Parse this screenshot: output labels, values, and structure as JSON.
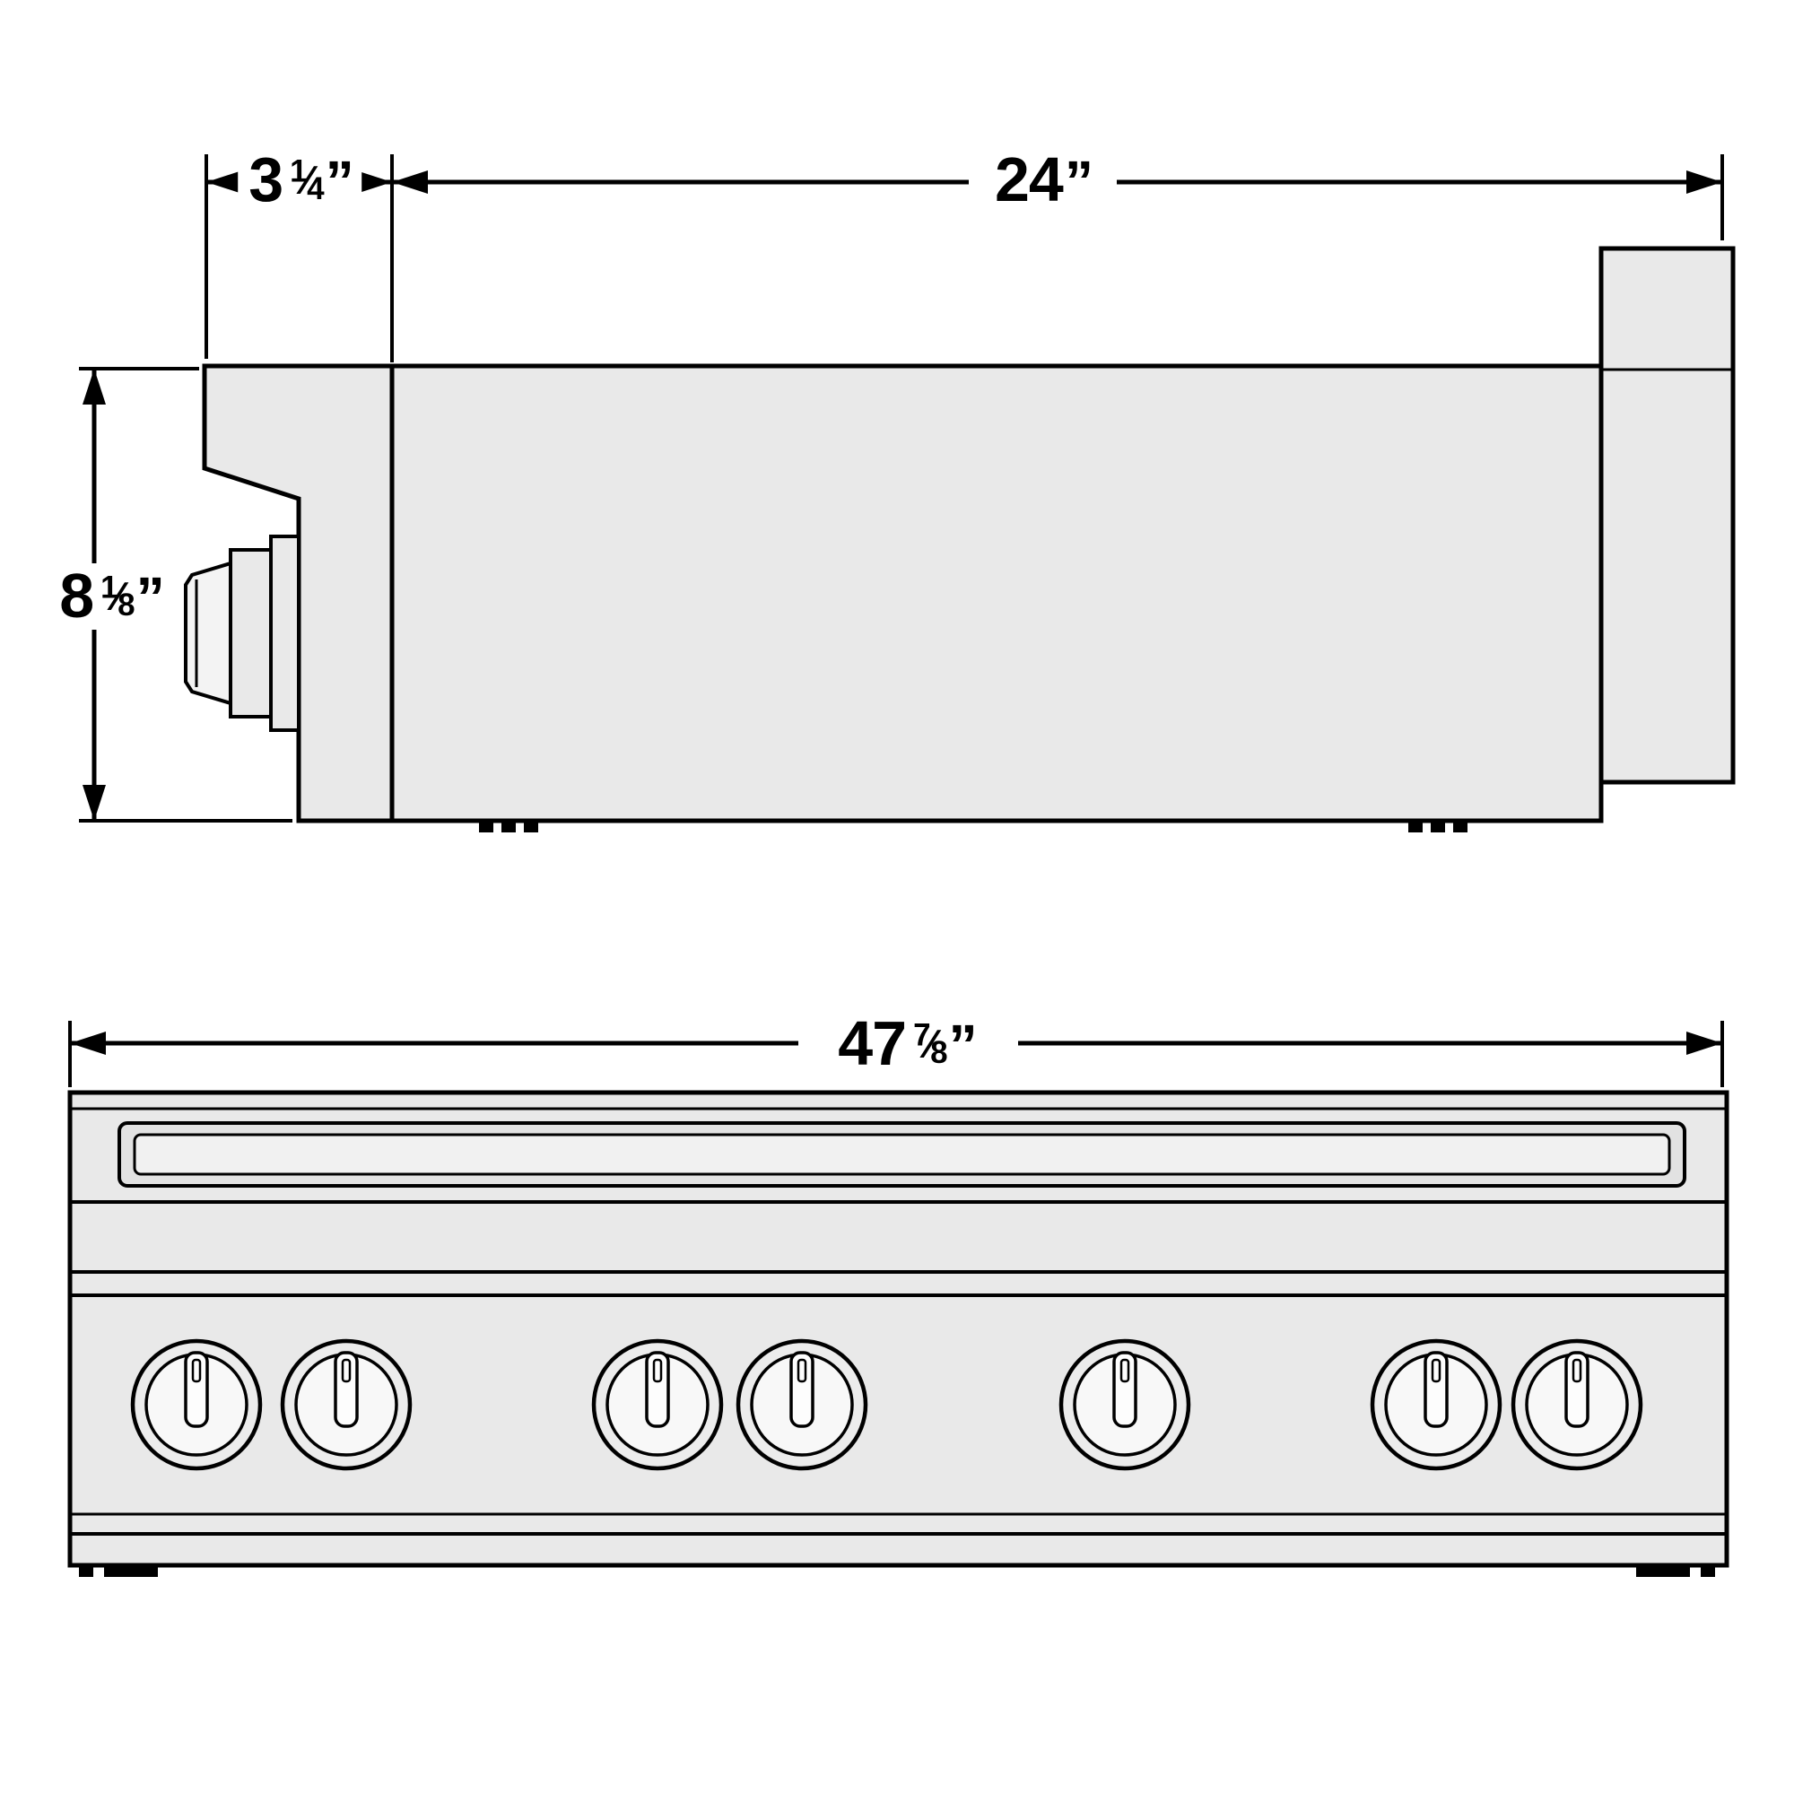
{
  "title": "Rangetop dimension drawing",
  "colors": {
    "line": "#000000",
    "fill": "#e9e9e9",
    "background": "#ffffff"
  },
  "labels": {
    "offset": {
      "whole": "3",
      "num": "1",
      "den": "4",
      "quote": "”"
    },
    "depth": {
      "whole": "24",
      "quote": "”"
    },
    "height": {
      "whole": "8",
      "num": "1",
      "den": "8",
      "quote": "”"
    },
    "width": {
      "whole": "47",
      "num": "7",
      "den": "8",
      "quote": "”"
    }
  },
  "front_view": {
    "knob_count": 7
  }
}
